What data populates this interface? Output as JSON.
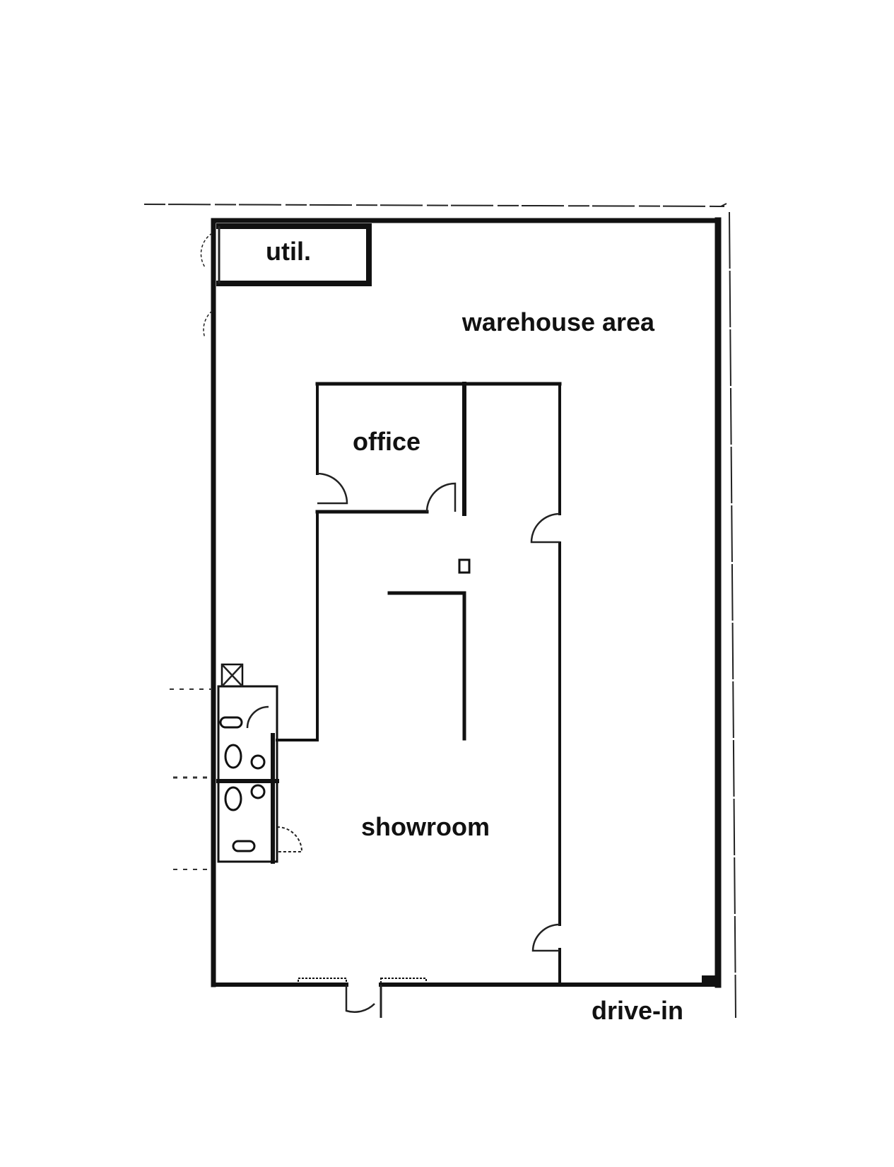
{
  "rooms": {
    "util": "util.",
    "warehouse": "warehouse area",
    "office": "office",
    "showroom": "showroom",
    "drive_in": "drive-in"
  },
  "colors": {
    "ink": "#111111",
    "paper": "#ffffff"
  }
}
